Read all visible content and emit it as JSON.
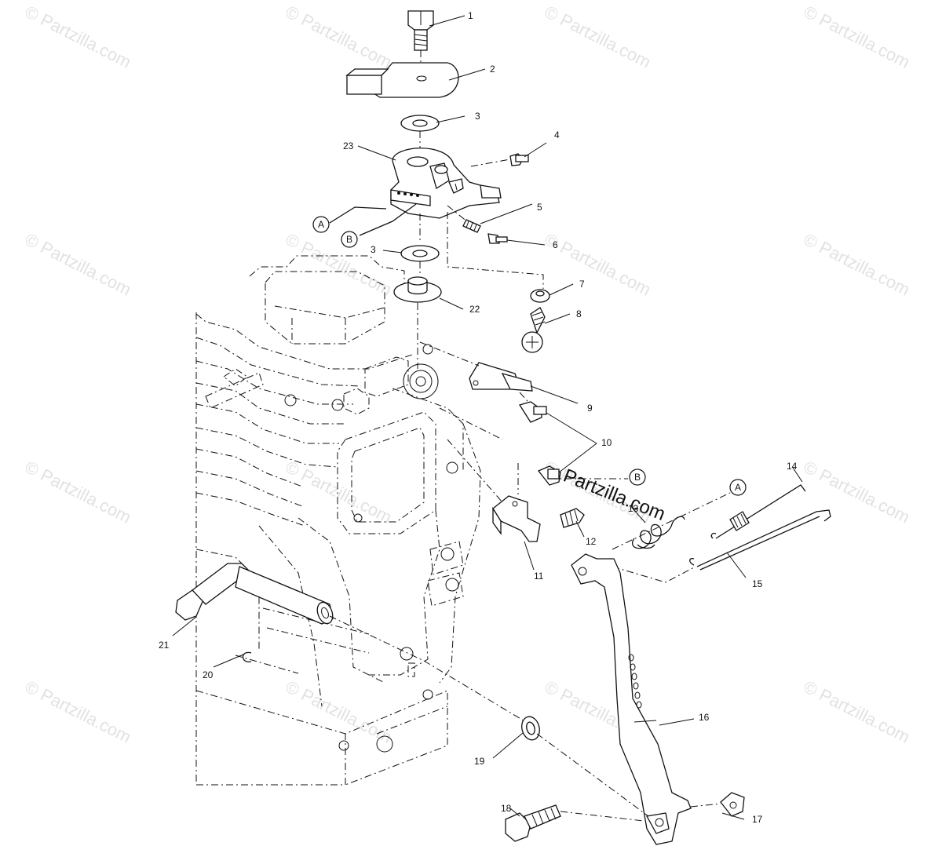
{
  "watermark": "© Partzilla.com",
  "brand": "Partzilla.com",
  "callouts": {
    "c1": "1",
    "c2": "2",
    "c3a": "3",
    "c3b": "3",
    "c4": "4",
    "c5": "5",
    "c6": "6",
    "c7": "7",
    "c8": "8",
    "c9": "9",
    "c10": "10",
    "c11": "11",
    "c12": "12",
    "c13": "13",
    "c14": "14",
    "c15": "15",
    "c16": "16",
    "c17": "17",
    "c18": "18",
    "c19": "19",
    "c20": "20",
    "c21": "21",
    "c22": "22",
    "c23": "23"
  },
  "refs": {
    "a1": "A",
    "b1": "B",
    "a2": "A",
    "b2": "B"
  }
}
